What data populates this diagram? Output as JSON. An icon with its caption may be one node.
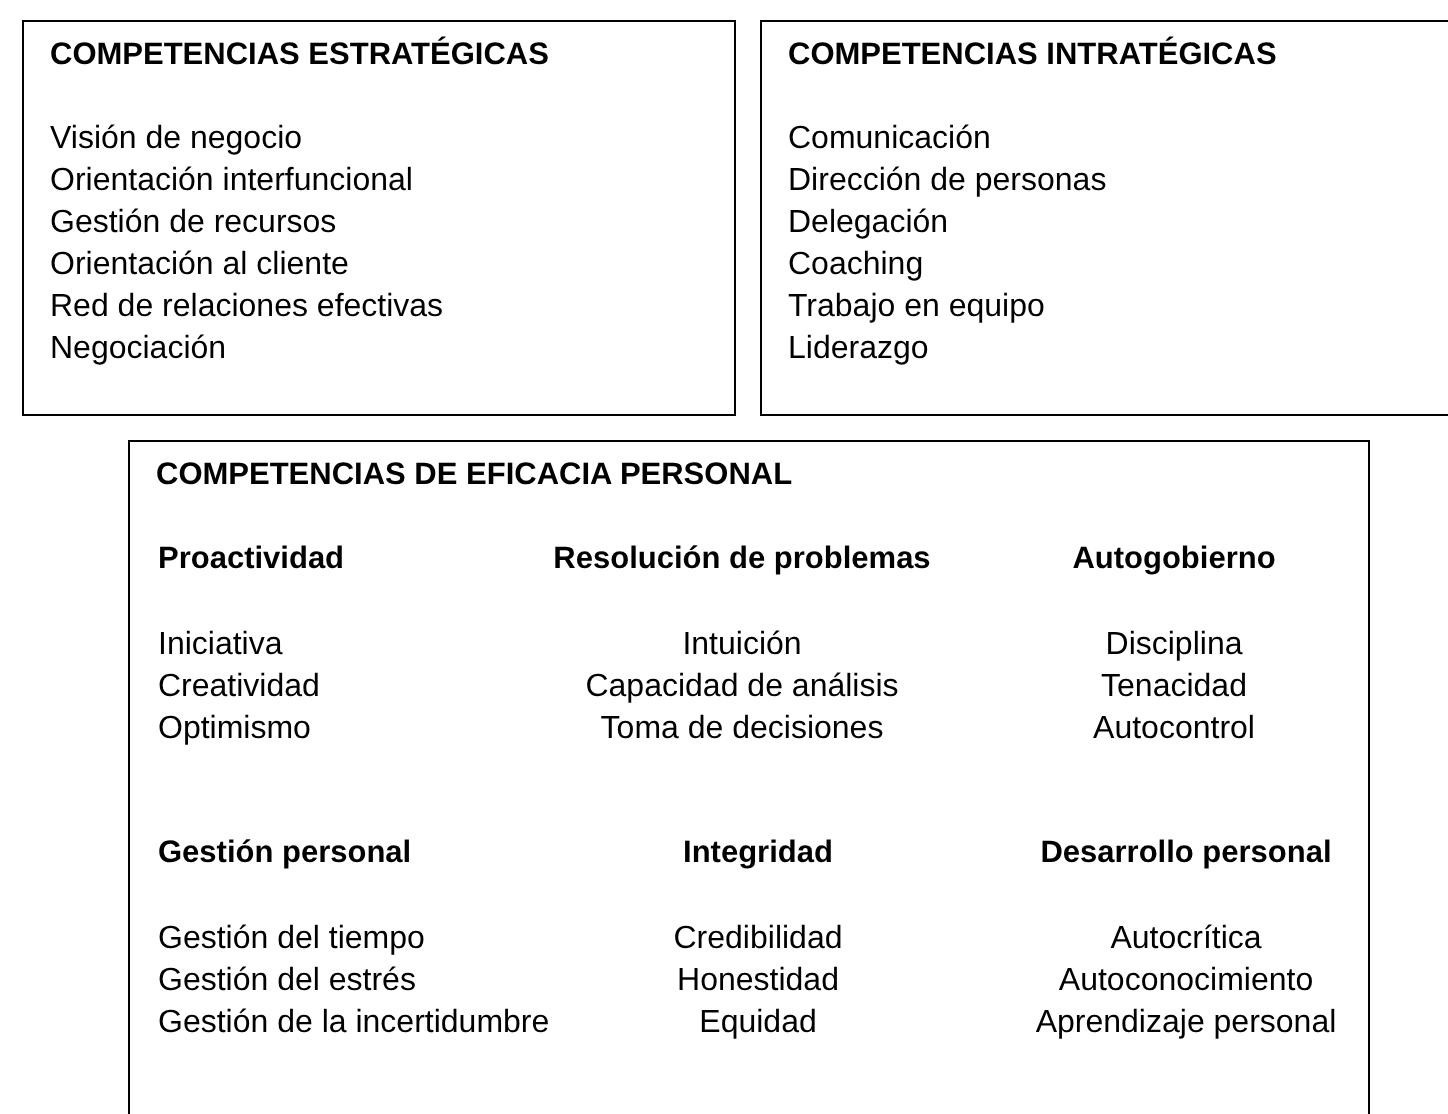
{
  "diagram": {
    "nodes": [
      {
        "text": [
          "COMPETENCIAS ESTRATÉGICAS",
          "Visión de negocio",
          "Orientación interfuncional",
          "Gestión de recursos",
          "Orientación al cliente",
          "Red de relaciones efectivas",
          "Negociación"
        ]
      },
      {
        "text": [
          "COMPETENCIAS INTRATÉGICAS",
          "Comunicación",
          "Dirección de personas",
          "Delegación",
          "Coaching",
          "Trabajo en equipo",
          "Liderazgo"
        ]
      },
      {
        "text": [
          "COMPETENCIAS DE EFICACIA PERSONAL",
          "Proactividad",
          "Iniciativa",
          "Creatividad",
          "Optimismo",
          "Resolución de problemas",
          "Intuición",
          "Capacidad de análisis",
          "Toma de decisiones",
          "Autogobierno",
          "Disciplina",
          "Tenacidad",
          "Autocontrol",
          "Gestión personal",
          "Gestión del tiempo",
          "Gestión del estrés",
          "Gestión de la incertidumbre",
          "Integridad",
          "Credibilidad",
          "Honestidad",
          "Equidad",
          "Desarrollo personal",
          "Autocrítica",
          "Autoconocimiento",
          "Aprendizaje personal"
        ]
      }
    ]
  }
}
